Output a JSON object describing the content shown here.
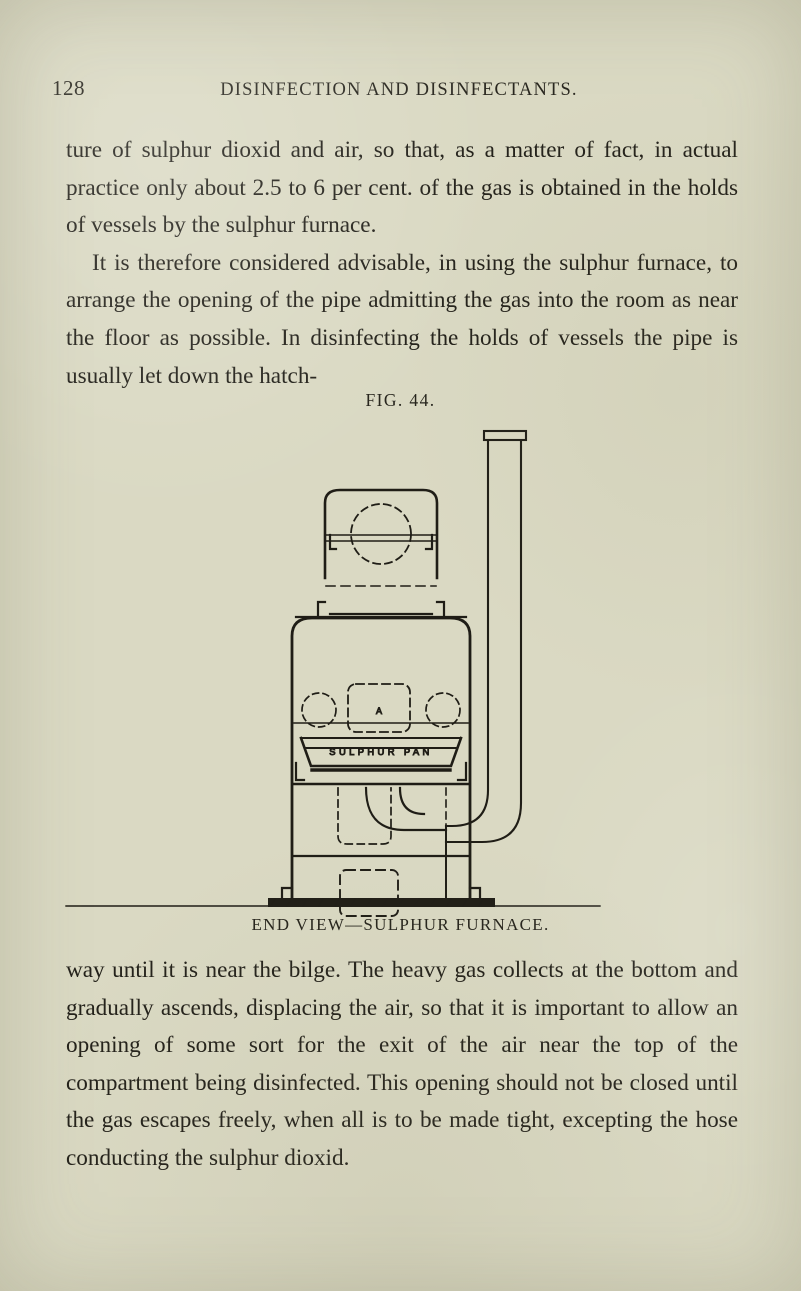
{
  "page": {
    "folio": "128",
    "running_head": "DISINFECTION AND DISINFECTANTS.",
    "paper_color": "#dad9c3",
    "ink_color": "#24221b"
  },
  "body_top": {
    "paragraph_1": "ture of sulphur dioxid and air, so that, as a matter of fact, in actual practice only about 2.5 to 6 per cent. of the gas is obtained in the holds of vessels by the sulphur furnace.",
    "paragraph_2": "It is therefore considered advisable, in using the sulphur furnace, to arrange the opening of the pipe admitting the gas into the room as near the floor as possible.  In disinfecting the holds of vessels the pipe is usually let down the hatch-"
  },
  "body_bottom": {
    "paragraph_1": "way until it is near the bilge.  The heavy gas collects at the bottom and gradually ascends, displacing the air, so that it is important to allow an opening of some sort for the exit of the air near the top of the compartment  being disinfected. This opening should not be closed until the gas escapes freely, when all is to be made tight, excepting the hose conducting the sulphur dioxid."
  },
  "figure": {
    "number_label": "FIG. 44.",
    "caption_first": "E",
    "caption_rest": "ND ",
    "caption_full": "END VIEW—SULPHUR FURNACE.",
    "parts": {
      "pan_label": "SULPHUR PAN",
      "chamber_label": "A"
    }
  }
}
